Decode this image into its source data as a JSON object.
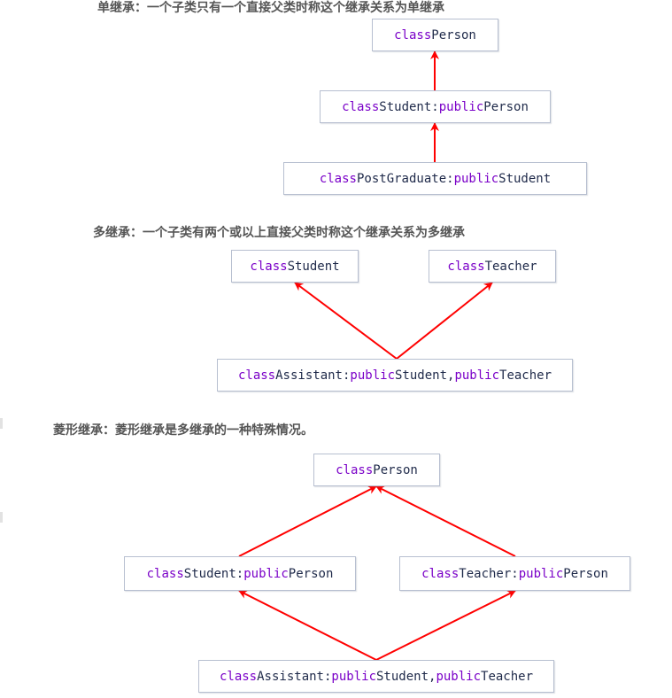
{
  "colors": {
    "arrow": "#ff0000",
    "keyword": "#7a00c8",
    "text": "#1f2a4a",
    "box_border": "#b7bfd0",
    "heading": "#555555"
  },
  "sections": {
    "single": {
      "heading": "单继承：一个子类只有一个直接父类时称这个继承关系为单继承",
      "box_person": {
        "kw1": "class",
        "rest": " Person"
      },
      "box_student": {
        "kw1": "class",
        "mid": " Student:",
        "kw2": "public",
        "rest": " Person"
      },
      "box_postgrad": {
        "kw1": "class",
        "mid": " PostGraduate:",
        "kw2": "public",
        "rest": " Student"
      }
    },
    "multiple": {
      "heading": "多继承：一个子类有两个或以上直接父类时称这个继承关系为多继承",
      "box_student": {
        "kw1": "class",
        "rest": " Student"
      },
      "box_teacher": {
        "kw1": "class",
        "rest": " Teacher"
      },
      "box_assistant": {
        "kw1": "class",
        "mid": " Assistant:",
        "kw2": "public",
        "mid2": " Student,",
        "kw3": "public",
        "rest": " Teacher"
      }
    },
    "diamond": {
      "heading": "菱形继承：菱形继承是多继承的一种特殊情况。",
      "box_person": {
        "kw1": "class",
        "rest": " Person"
      },
      "box_student": {
        "kw1": "class",
        "mid": " Student:",
        "kw2": "public",
        "rest": " Person"
      },
      "box_teacher": {
        "kw1": "class",
        "mid": " Teacher:",
        "kw2": "public",
        "rest": " Person"
      },
      "box_assistant": {
        "kw1": "class",
        "mid": " Assistant:",
        "kw2": "public",
        "mid2": " Student,",
        "kw3": "public",
        "rest": " Teacher"
      }
    }
  }
}
